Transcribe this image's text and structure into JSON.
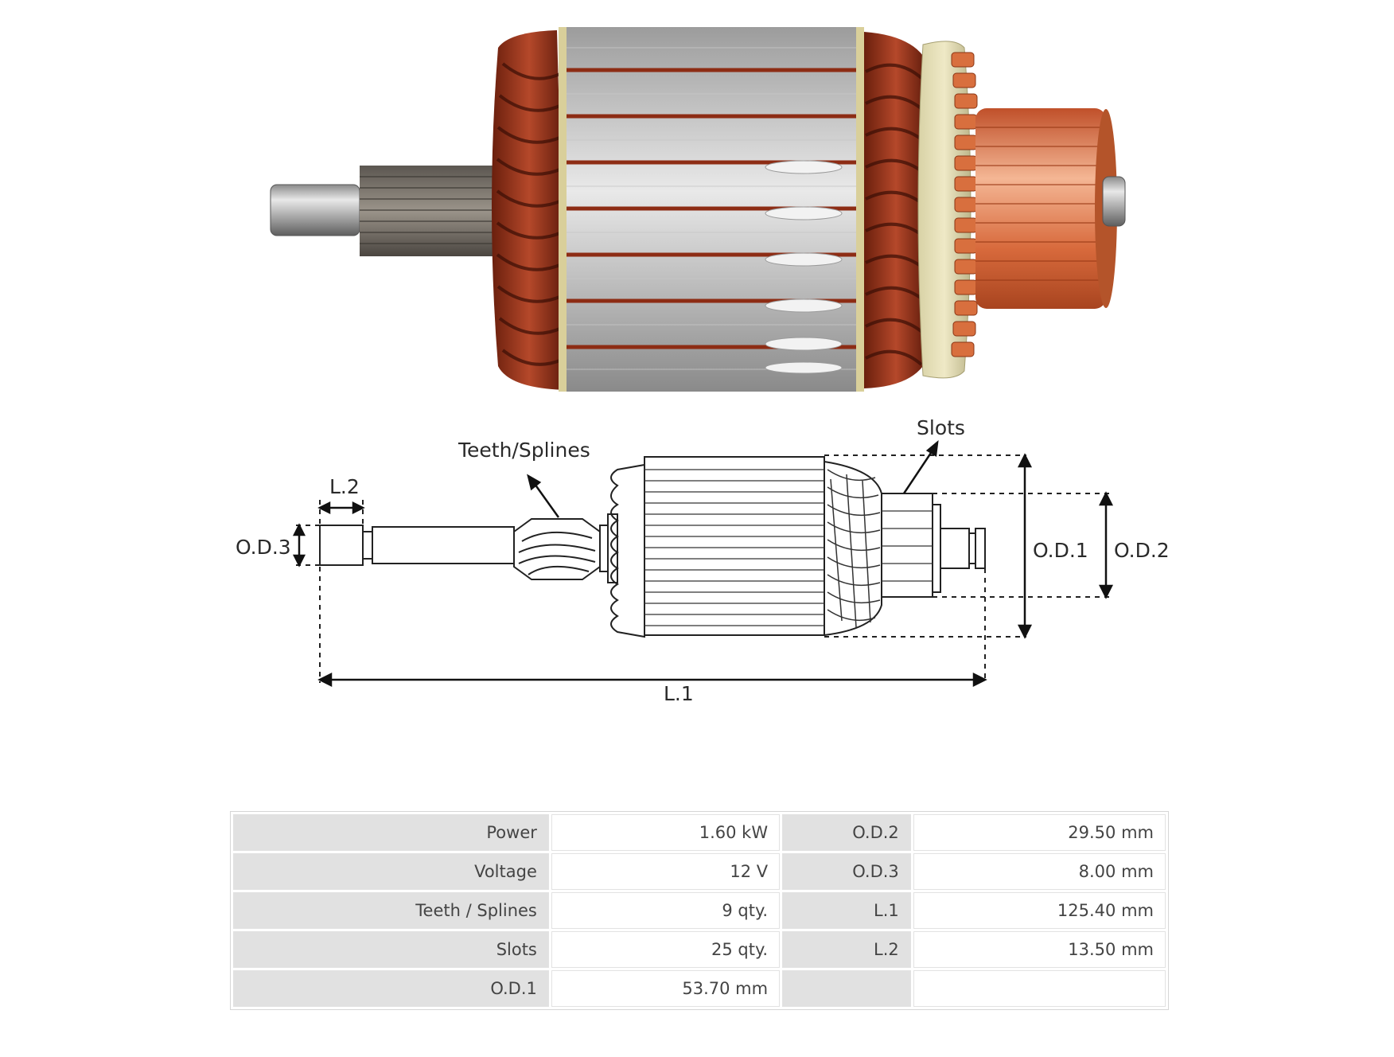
{
  "diagram": {
    "teeth_splines_label": "Teeth/Splines",
    "slots_label": "Slots",
    "l2_label": "L.2",
    "od3_label": "O.D.3",
    "od1_label": "O.D.1",
    "od2_label": "O.D.2",
    "l1_label": "L.1"
  },
  "specs": [
    {
      "label": "Power",
      "value": "1.60 kW",
      "label2": "O.D.2",
      "value2": "29.50 mm"
    },
    {
      "label": "Voltage",
      "value": "12 V",
      "label2": "O.D.3",
      "value2": "8.00 mm"
    },
    {
      "label": "Teeth / Splines",
      "value": "9 qty.",
      "label2": "L.1",
      "value2": "125.40 mm"
    },
    {
      "label": "Slots",
      "value": "25 qty.",
      "label2": "L.2",
      "value2": "13.50 mm"
    },
    {
      "label": "O.D.1",
      "value": "53.70 mm",
      "label2": "",
      "value2": ""
    }
  ],
  "colors": {
    "copper_winding": "#a8391c",
    "commutator_copper": "#e07a4a",
    "steel": "#b9b9b9",
    "table_label_bg": "#e1e1e1"
  }
}
